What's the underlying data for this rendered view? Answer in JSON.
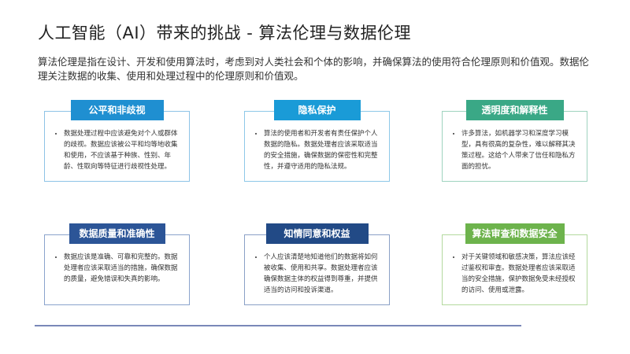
{
  "title": "人工智能（AI）带来的挑战  - 算法伦理与数据伦理",
  "intro": "算法伦理是指在设计、开发和使用算法时，考虑到对人类社会和个体的影响，并确保算法的使用符合伦理原则和价值观。数据伦理关注数据的收集、使用和处理过程中的伦理原则和价值观。",
  "colors": {
    "blue": "#1f8fd1",
    "cyan": "#1a9bd7",
    "teal": "#3aa886",
    "navy": "#2c5597",
    "navy_dark": "#224a86",
    "green": "#6db34c"
  },
  "cards": [
    {
      "title": "公平和非歧视",
      "text": "数据处理过程中应该避免对个人或群体的歧视。数据应该被公平和均等地收集和使用，不应该基于种族、性别、年龄、性取向等特征进行歧视性处理。"
    },
    {
      "title": "隐私保护",
      "text": "算法的使用者和开发者有责任保护个人数据的隐私。数据处理者应该采取适当的安全措施，确保数据的保密性和完整性，并遵守适用的隐私法规。"
    },
    {
      "title": "透明度和解释性",
      "text": "许多算法，如机器学习和深度学习模型，具有很高的复杂性，难以解释其决策过程。这给个人带来了信任和隐私方面的担忧。"
    },
    {
      "title": "数据质量和准确性",
      "text": "数据应该是准确、可靠和完整的。数据处理者应该采取适当的措施，确保数据的质量，避免错误和失真的影响。"
    },
    {
      "title": "知情同意和权益",
      "text": "个人应该清楚地知道他们的数据将如何被收集、使用和共享。数据处理者应该确保数据主体的权益得到尊重，并提供适当的访问和投诉渠道。"
    },
    {
      "title": "算法审查和数据安全",
      "text": "对于关键领域和敏感决策，算法应该经过鉴权和审查。数据处理者应该采取适当的安全措施，保护数据免受未经授权的访问、使用或泄露。"
    }
  ]
}
